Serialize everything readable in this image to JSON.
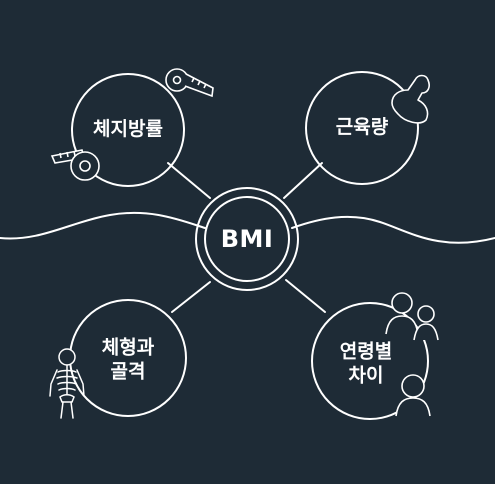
{
  "center": {
    "label": "BMI"
  },
  "nodes": [
    {
      "id": "body-fat",
      "label": "체지방률",
      "icon": "measuring-tape-icon"
    },
    {
      "id": "muscle-mass",
      "label": "근육량",
      "icon": "flexed-arm-icon"
    },
    {
      "id": "body-frame",
      "label": "체형과\n골격",
      "icon": "skeleton-icon"
    },
    {
      "id": "age-difference",
      "label": "연령별\n차이",
      "icon": "family-generations-icon"
    }
  ],
  "colors": {
    "background": "#1e2b36",
    "stroke": "#ffffff"
  }
}
